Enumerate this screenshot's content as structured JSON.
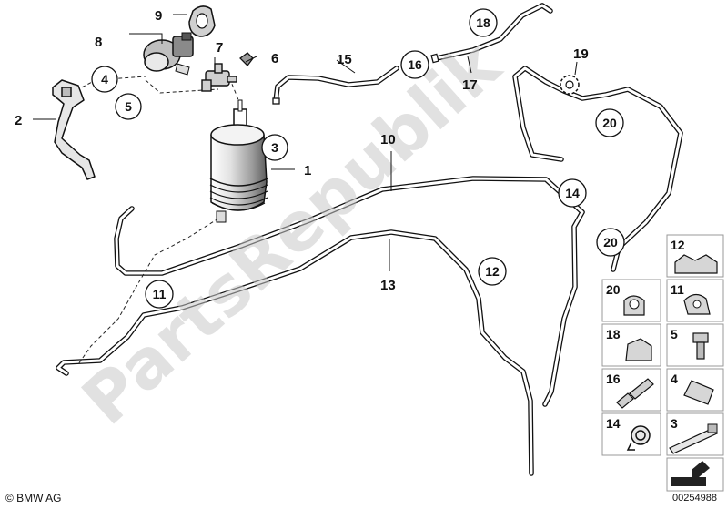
{
  "watermark": "PartsRepublik",
  "footer": {
    "copyright": "© BMW AG",
    "diagram_id": "00254988"
  },
  "plain_labels": [
    {
      "id": "1",
      "text": "1"
    },
    {
      "id": "2",
      "text": "2"
    },
    {
      "id": "6",
      "text": "6"
    },
    {
      "id": "7",
      "text": "7"
    },
    {
      "id": "8",
      "text": "8"
    },
    {
      "id": "9",
      "text": "9"
    },
    {
      "id": "10",
      "text": "10"
    },
    {
      "id": "13",
      "text": "13"
    },
    {
      "id": "15",
      "text": "15"
    },
    {
      "id": "17",
      "text": "17"
    },
    {
      "id": "19",
      "text": "19"
    }
  ],
  "circled_labels": [
    {
      "id": "3",
      "text": "3"
    },
    {
      "id": "4",
      "text": "4"
    },
    {
      "id": "5",
      "text": "5"
    },
    {
      "id": "11",
      "text": "11"
    },
    {
      "id": "12",
      "text": "12"
    },
    {
      "id": "14",
      "text": "14"
    },
    {
      "id": "16",
      "text": "16"
    },
    {
      "id": "18",
      "text": "18"
    },
    {
      "id": "20a",
      "text": "20"
    },
    {
      "id": "20b",
      "text": "20"
    }
  ],
  "legend_tiles": [
    {
      "id": "12",
      "text": "12",
      "part": "double pipe clip"
    },
    {
      "id": "20",
      "text": "20",
      "part": "pipe clip"
    },
    {
      "id": "11",
      "text": "11",
      "part": "pipe clip"
    },
    {
      "id": "18",
      "text": "18",
      "part": "pipe holder"
    },
    {
      "id": "5",
      "text": "5",
      "part": "screw"
    },
    {
      "id": "16",
      "text": "16",
      "part": "hose connector"
    },
    {
      "id": "4",
      "text": "4",
      "part": "spring nut"
    },
    {
      "id": "14",
      "text": "14",
      "part": "hose clamp"
    },
    {
      "id": "3",
      "text": "3",
      "part": "cable tie"
    }
  ]
}
